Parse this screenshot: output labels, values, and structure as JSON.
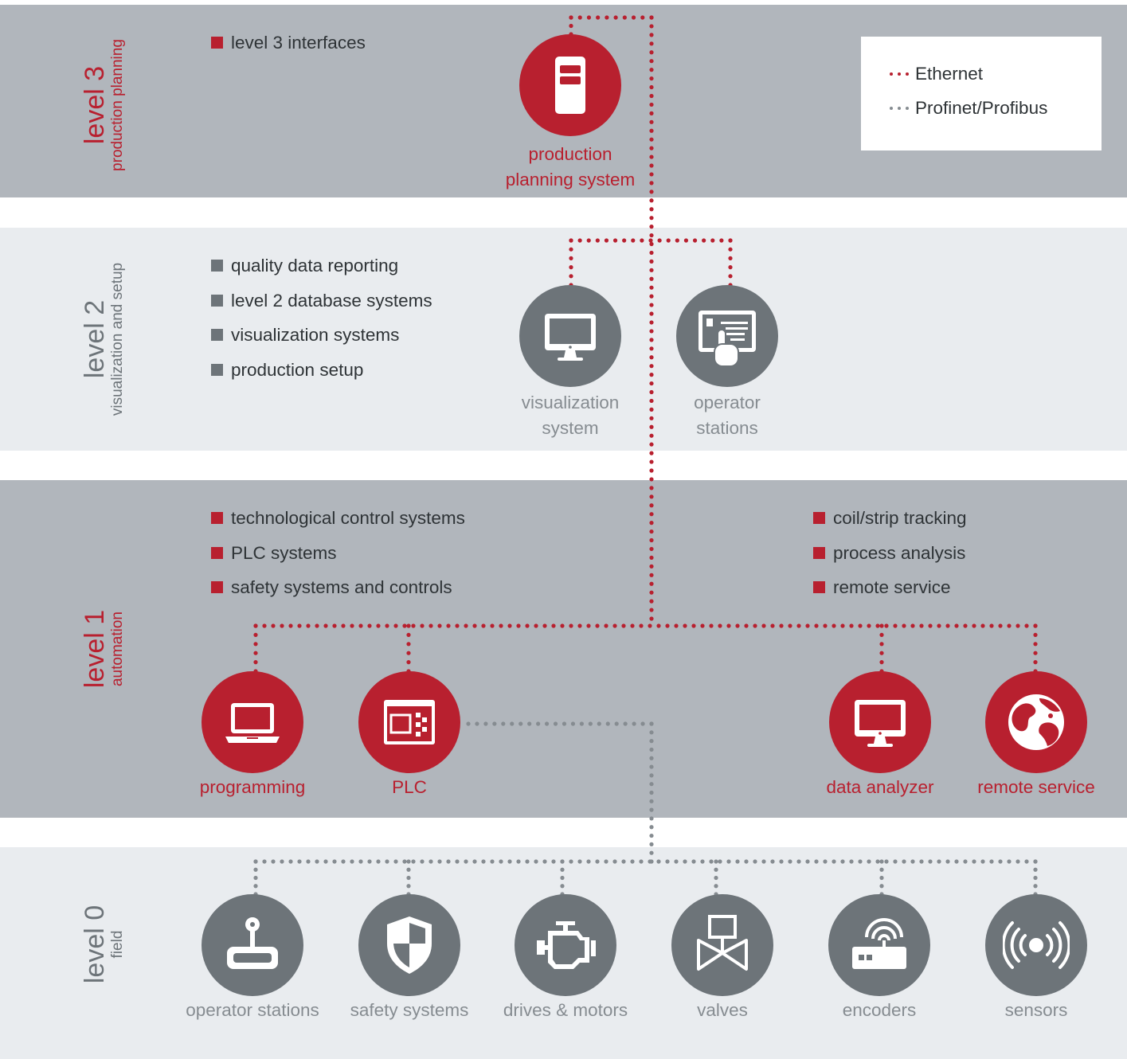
{
  "colors": {
    "ethernet": "#b8202f",
    "profinet": "#868c91",
    "band_dark": "#b1b6bc",
    "band_light": "#e9ecef",
    "node_red": "#b8202f",
    "node_grey": "#6d7479"
  },
  "legend": {
    "ethernet": "Ethernet",
    "profinet": "Profinet/Profibus"
  },
  "levels": {
    "level3": {
      "title": "level 3",
      "subtitle": "production planning",
      "bullets": [
        "level 3 interfaces"
      ],
      "nodes": [
        {
          "id": "production-planning-system",
          "label": "production\nplanning system",
          "icon": "server-tower-icon",
          "color": "red"
        }
      ]
    },
    "level2": {
      "title": "level 2",
      "subtitle": "visualization and setup",
      "bullets": [
        "quality data reporting",
        "level 2 database systems",
        "visualization systems",
        "production setup"
      ],
      "nodes": [
        {
          "id": "visualization-system",
          "label": "visualization\nsystem",
          "icon": "monitor-icon",
          "color": "grey"
        },
        {
          "id": "operator-stations-l2",
          "label": "operator\nstations",
          "icon": "touch-panel-icon",
          "color": "grey"
        }
      ]
    },
    "level1": {
      "title": "level 1",
      "subtitle": "automation",
      "bullets_left": [
        "technological control systems",
        "PLC systems",
        "safety systems and controls"
      ],
      "bullets_right": [
        "coil/strip tracking",
        "process analysis",
        "remote service"
      ],
      "nodes": [
        {
          "id": "programming",
          "label": "programming",
          "icon": "laptop-icon",
          "color": "red"
        },
        {
          "id": "plc",
          "label": "PLC",
          "icon": "plc-module-icon",
          "color": "red"
        },
        {
          "id": "data-analyzer",
          "label": "data analyzer",
          "icon": "monitor-icon",
          "color": "red"
        },
        {
          "id": "remote-service",
          "label": "remote service",
          "icon": "globe-icon",
          "color": "red"
        }
      ]
    },
    "level0": {
      "title": "level 0",
      "subtitle": "field",
      "nodes": [
        {
          "id": "operator-stations-l0",
          "label": "operator stations",
          "icon": "joystick-icon",
          "color": "grey"
        },
        {
          "id": "safety-systems",
          "label": "safety systems",
          "icon": "shield-icon",
          "color": "grey"
        },
        {
          "id": "drives-motors",
          "label": "drives & motors",
          "icon": "engine-icon",
          "color": "grey"
        },
        {
          "id": "valves",
          "label": "valves",
          "icon": "valve-icon",
          "color": "grey"
        },
        {
          "id": "encoders",
          "label": "encoders",
          "icon": "encoder-icon",
          "color": "grey"
        },
        {
          "id": "sensors",
          "label": "sensors",
          "icon": "sensor-waves-icon",
          "color": "grey"
        }
      ]
    }
  }
}
